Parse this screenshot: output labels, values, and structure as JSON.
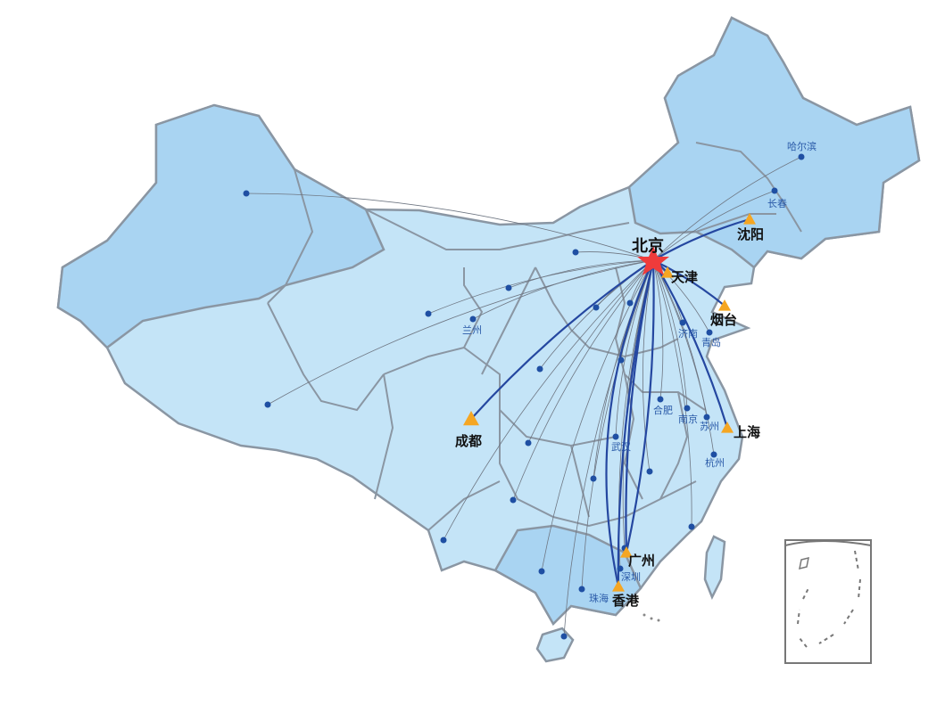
{
  "colors": {
    "land": "#c4e4f7",
    "land_dark": "#a9d4f2",
    "border": "#8a96a3",
    "route_thin": "#6e7682",
    "route_main": "#2547a0",
    "dot": "#1f4fa3",
    "hub_star": "#ef3b3b",
    "triangle": "#f5a623"
  },
  "hub": {
    "label": "北京",
    "icon": "star-icon"
  },
  "major_cities": [
    {
      "id": "tianjin",
      "label": "天津"
    },
    {
      "id": "shenyang",
      "label": "沈阳"
    },
    {
      "id": "yantai",
      "label": "烟台"
    },
    {
      "id": "shanghai",
      "label": "上海"
    },
    {
      "id": "chengdu",
      "label": "成都"
    },
    {
      "id": "guangzhou",
      "label": "广州"
    },
    {
      "id": "hongkong",
      "label": "香港"
    }
  ],
  "minor_cities": [
    {
      "id": "harbin",
      "label": "哈尔滨"
    },
    {
      "id": "changchun",
      "label": "长春"
    },
    {
      "id": "lanzhou",
      "label": "兰州"
    },
    {
      "id": "jinan",
      "label": "济南"
    },
    {
      "id": "qingdao",
      "label": "青岛"
    },
    {
      "id": "hefei",
      "label": "合肥"
    },
    {
      "id": "nanjing",
      "label": "南京"
    },
    {
      "id": "suzhou",
      "label": "苏州"
    },
    {
      "id": "hangzhou",
      "label": "杭州"
    },
    {
      "id": "wuhan",
      "label": "武汉"
    },
    {
      "id": "shenzhen",
      "label": "深圳"
    },
    {
      "id": "zhuhai",
      "label": "珠海"
    }
  ],
  "unlabeled_point_count": 20
}
